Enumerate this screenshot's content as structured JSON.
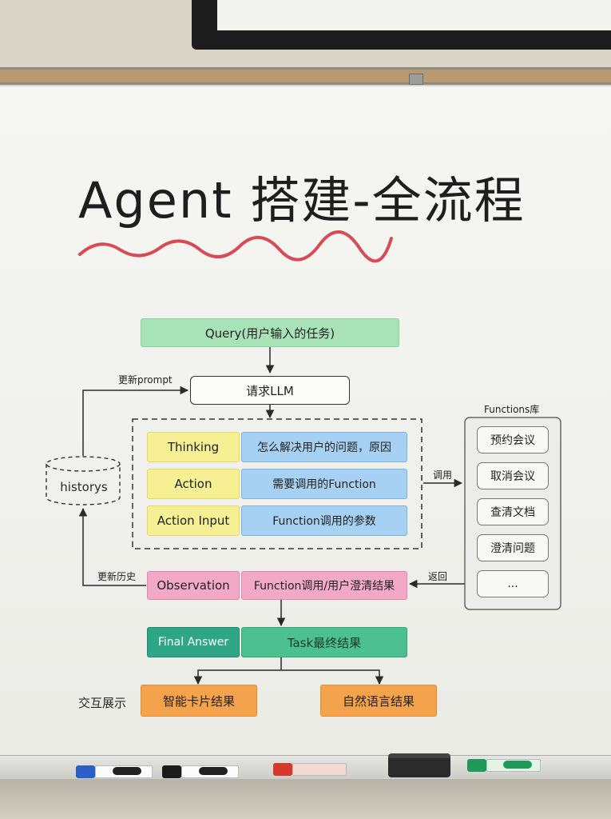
{
  "title": "Agent 搭建-全流程",
  "query": "Query(用户输入的任务)",
  "request_llm": "请求LLM",
  "update_prompt": "更新prompt",
  "historys": "historys",
  "update_history": "更新历史",
  "rows": [
    {
      "left": "Thinking",
      "right": "怎么解决用户的问题，原因"
    },
    {
      "left": "Action",
      "right": "需要调用的Function"
    },
    {
      "left": "Action Input",
      "right": "Function调用的参数"
    }
  ],
  "call_label": "调用",
  "return_label": "返回",
  "functions_title": "Functions库",
  "functions": [
    "预约会议",
    "取消会议",
    "查清文档",
    "澄清问题",
    "..."
  ],
  "observation": {
    "left": "Observation",
    "right": "Function调用/用户澄清结果"
  },
  "final": {
    "left": "Final Answer",
    "right": "Task最终结果"
  },
  "display_label": "交互展示",
  "outputs": [
    "智能卡片结果",
    "自然语言结果"
  ],
  "colors": {
    "query": "#a8e3b8",
    "thinking": "#f6ef93",
    "description": "#a7d1f2",
    "observation": "#f2a9c6",
    "final": "#2fa787",
    "output": "#f5a24c",
    "underline": "#d94a58"
  }
}
